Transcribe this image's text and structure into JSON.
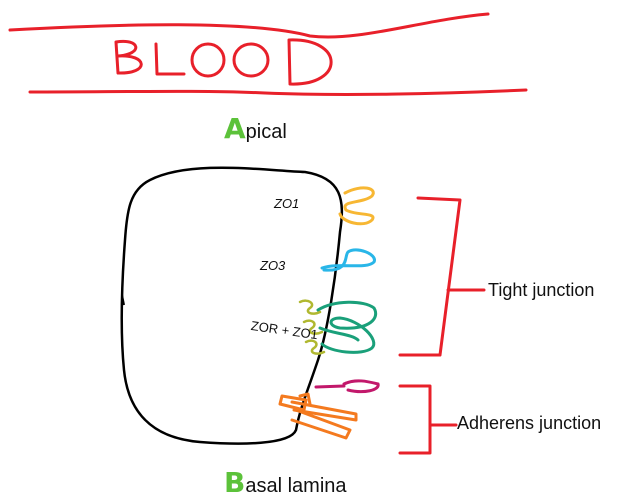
{
  "blood_label": "BLOOD",
  "apical": {
    "first_letter": "A",
    "rest": "pical"
  },
  "basal": {
    "first_letter": "B",
    "rest": "asal lamina"
  },
  "proteins": {
    "zo1": "ZO1",
    "zo3": "ZO3",
    "zor_zo1": "ZOR + ZO1"
  },
  "junctions": {
    "tight": "Tight junction",
    "adherens": "Adherens junction"
  },
  "colors": {
    "red": "#e8202a",
    "green_letter": "#5cc23a",
    "zo1_yellow": "#f7b733",
    "zo3_blue": "#29b6e8",
    "teal": "#1aa07a",
    "olive": "#b0b830",
    "magenta": "#c2186b",
    "orange": "#f47a1f",
    "outline": "#000000"
  }
}
